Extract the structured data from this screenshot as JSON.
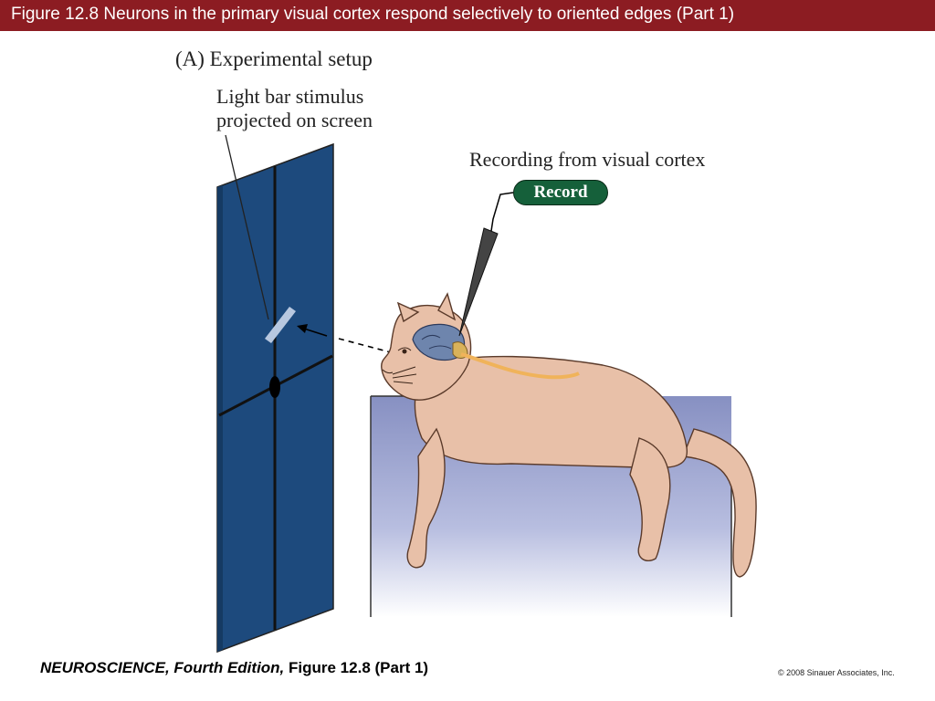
{
  "header": {
    "title": "Figure 12.8  Neurons in the primary visual cortex respond selectively to oriented edges (Part 1)"
  },
  "diagram": {
    "panel_label": "(A)  Experimental setup",
    "stimulus_label_line1": "Light bar stimulus",
    "stimulus_label_line2": "projected on screen",
    "recording_label": "Recording from visual cortex",
    "record_button": "Record"
  },
  "footer": {
    "book_title": "NEUROSCIENCE,",
    "edition": "Fourth Edition,",
    "figure_ref": "Figure 12.8 (Part 1)",
    "copyright": "© 2008 Sinauer Associates, Inc."
  },
  "colors": {
    "title_bar": "#8c1c22",
    "screen": "#1d4a7d",
    "cat": "#e8c0a8",
    "brain": "#6e85ad",
    "nerve": "#f0b35a",
    "record_badge": "#15603a",
    "table": "#8f97c4"
  }
}
